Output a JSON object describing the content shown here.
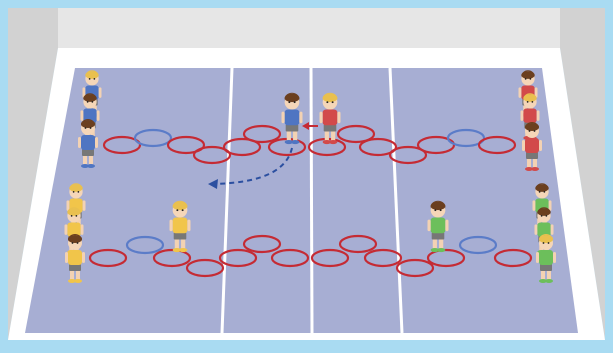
{
  "scene": {
    "kind": "PE game illustration — hoop hopscotch race in a gym",
    "colors": {
      "frame": "#a9dbf2",
      "wall_back": "#e6e6e6",
      "wall_side": "#d2d2d2",
      "floor": "#ffffff",
      "court": "#a7aed3",
      "court_lines": "#ffffff",
      "hoop_red": "#c52b34",
      "hoop_blue": "#5b7cc8",
      "arrow_red": "#c52b34",
      "arrow_blue": "#2b4fa0"
    },
    "teams": [
      {
        "name": "blue-team",
        "color": "#4f75c2",
        "side": "left-top",
        "players": 3
      },
      {
        "name": "yellow-team",
        "color": "#f1c54a",
        "side": "left-bottom",
        "players": 3
      },
      {
        "name": "red-team",
        "color": "#d24a4a",
        "side": "right-top",
        "players": 3
      },
      {
        "name": "green-team",
        "color": "#6cbf5b",
        "side": "right-bottom",
        "players": 3
      }
    ],
    "events": [
      {
        "name": "rock-paper-scissors-meet",
        "lane": "top",
        "teams": [
          "blue-team",
          "red-team"
        ]
      },
      {
        "name": "loser-returns-path",
        "style": "dashed-arrow",
        "team": "blue-team"
      }
    ]
  }
}
